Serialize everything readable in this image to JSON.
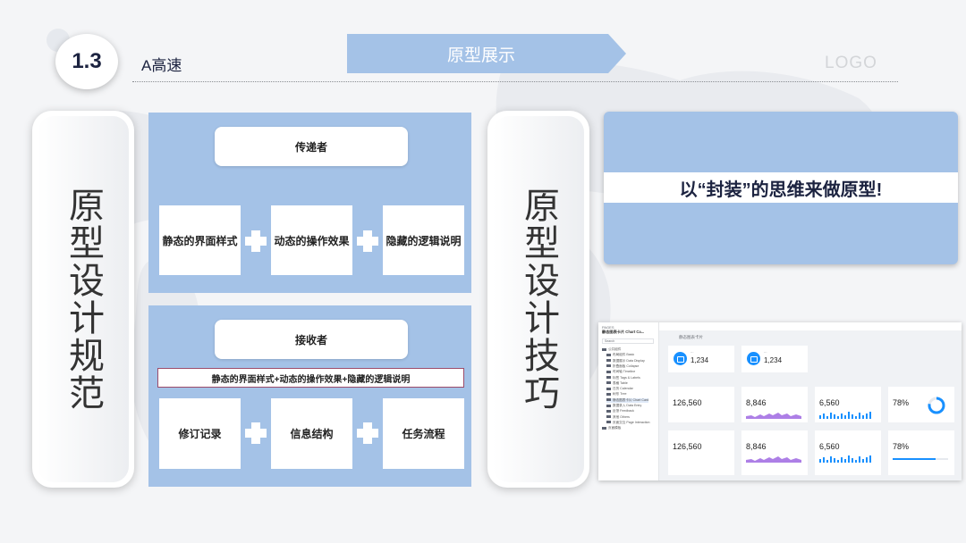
{
  "section": {
    "number": "1.3",
    "title": "A高速"
  },
  "header": {
    "banner": "原型展示",
    "logo": "LOGO"
  },
  "left_card": {
    "vertical_title": "原型设计规范"
  },
  "middle_card": {
    "vertical_title": "原型设计技巧"
  },
  "diagram_top": {
    "role": "传递者",
    "items": [
      "静态的界面样式",
      "动态的操作效果",
      "隐藏的逻辑说明"
    ]
  },
  "diagram_bottom": {
    "role": "接收者",
    "combined": "静态的界面样式+动态的操作效果+隐藏的逻辑说明",
    "items": [
      "修订记录",
      "信息结构",
      "任务流程"
    ]
  },
  "quote": {
    "text": "以“封装”的思维来做原型!"
  },
  "preview": {
    "sidebar_title": "静态图表卡片 Chart Ca...",
    "search_placeholder": "Search",
    "tree": [
      "公共组件",
      "布局组件 Basic",
      "数据展示 Data Display",
      "折叠面板 Collapse",
      "时间轴 Timeline",
      "标签 Tags & Labels",
      "表格 Table",
      "日历 Calendar",
      "树形 Tree",
      "静态图表卡片 Chart Card",
      "数据录入 Data Entry",
      "反馈 Feedback",
      "其他 Others",
      "页面交互 Page Interaction",
      "页面模板"
    ],
    "page_title": "静态图表卡片",
    "icon_cards": [
      {
        "value": "1,234"
      },
      {
        "value": "1,234"
      }
    ],
    "stat_row_1": [
      {
        "value": "126,560"
      },
      {
        "value": "8,846"
      },
      {
        "value": "6,560"
      },
      {
        "value": "78%"
      }
    ],
    "stat_row_2": [
      {
        "value": "126,560"
      },
      {
        "value": "8,846"
      },
      {
        "value": "6,560"
      },
      {
        "value": "78%"
      }
    ],
    "ring_progress": 0.78,
    "bar_progress": 0.78,
    "colors": {
      "accent": "#1890ff",
      "area": "#9254de"
    }
  }
}
